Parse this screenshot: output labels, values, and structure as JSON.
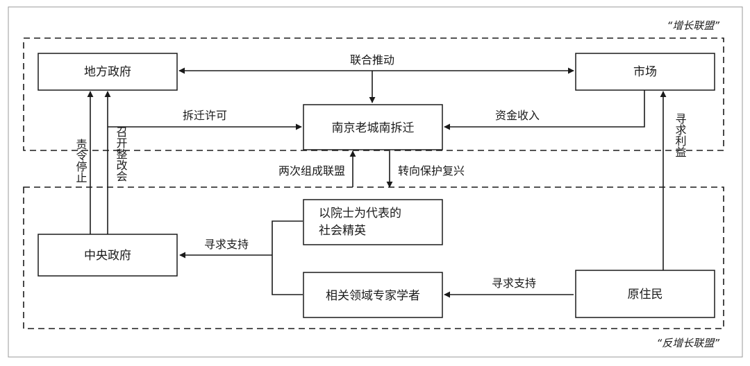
{
  "groups": {
    "growth": "“增长联盟”",
    "anti_growth": "“反增长联盟”"
  },
  "nodes": {
    "local_gov": "地方政府",
    "market": "市场",
    "demolition": "南京老城南拆迁",
    "elite_line1": "以院士为代表的",
    "elite_line2": "社会精英",
    "central_gov": "中央政府",
    "experts": "相关领域专家学者",
    "residents": "原住民"
  },
  "edges": {
    "joint_push": "联合推动",
    "demolition_permit": "拆迁许可",
    "capital_income": "资金收入",
    "form_alliance_twice": "两次组成联盟",
    "turn_to_protection": "转向保护复兴",
    "seek_support_left": "寻求支持",
    "seek_support_right": "寻求支持",
    "order_stop": "责令停止",
    "hold_rectification": "召开整改会",
    "seek_interest": "寻求利益"
  },
  "colors": {
    "line": "#1a1a1a",
    "frame": "#999999"
  }
}
